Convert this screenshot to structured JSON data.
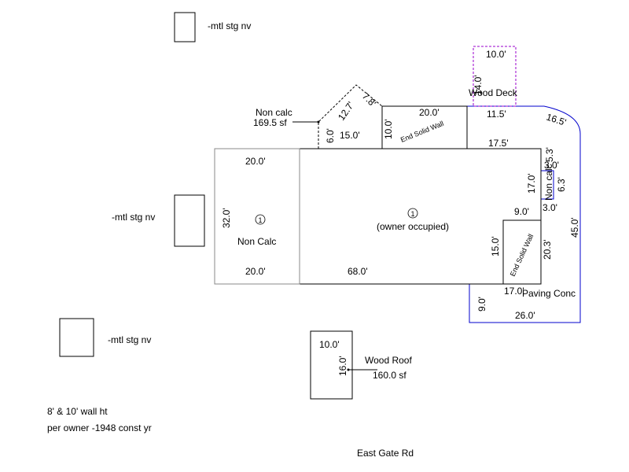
{
  "storage": {
    "top_label": "-mtl stg nv",
    "mid_label": "-mtl stg nv",
    "bottom_label": "-mtl stg nv"
  },
  "non_calc_callout": {
    "title": "Non calc",
    "area": "169.5 sf",
    "dim_12_7": "12.7'",
    "dim_7_8": "7.8'",
    "dim_6_0": "6.0'",
    "dim_15_0": "15.0'"
  },
  "end_wall_top": {
    "label": "End Solid Wall",
    "dim_top": "20.0'",
    "dim_side": "10.0'"
  },
  "wood_deck": {
    "label": "Wood Deck",
    "dim_width": "10.0'",
    "dim_height": "14.0'"
  },
  "paving": {
    "label": "Paving Conc",
    "dim_11_5": "11.5'",
    "dim_16_5": "16.5'",
    "dim_17_5": "17.5'",
    "dim_45_0": "45.0'",
    "dim_5_3": "5.3'",
    "dim_3_0a": "3.0'",
    "dim_6_3": "6.3'",
    "dim_3_0b": "3.0'",
    "dim_20_3": "20.3'",
    "dim_17_0b": "17.0'",
    "dim_9_0b": "9.0'",
    "dim_26_0": "26.0'",
    "non_calc_small": "Non calc"
  },
  "left_section": {
    "marker": "1",
    "label": "Non Calc",
    "dim_top": "20.0'",
    "dim_bottom": "20.0'",
    "dim_side": "32.0'"
  },
  "main_section": {
    "marker": "1",
    "label": "(owner occupied)",
    "dim_bottom": "68.0'",
    "dim_17_0": "17.0'"
  },
  "end_wall_right": {
    "label": "End Solid Wall",
    "dim_top": "9.0'",
    "dim_side": "15.0'"
  },
  "wood_roof": {
    "label": "Wood Roof",
    "area": "160.0 sf",
    "dim_width": "10.0'",
    "dim_height": "16.0'"
  },
  "notes": {
    "line1": "8' & 10' wall ht",
    "line2": "per owner -1948 const yr"
  },
  "street": "East Gate Rd",
  "colors": {
    "line": "#000000",
    "paving": "#0000cc",
    "deck": "#9900cc",
    "gray": "#888888"
  }
}
